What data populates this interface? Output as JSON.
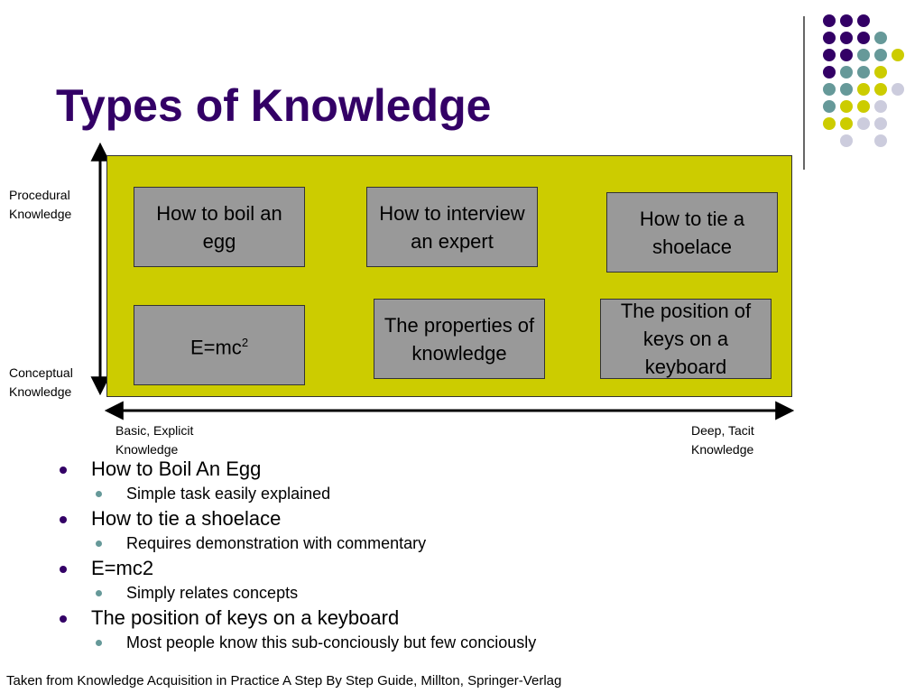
{
  "slide": {
    "title": "Types of Knowledge",
    "footer": "Taken from Knowledge Acquisition in Practice A Step By Step Guide, Millton, Springer-Verlag"
  },
  "diagram": {
    "axis_labels": {
      "top": "Procedural Knowledge",
      "bottom": "Conceptual Knowledge",
      "left": "Basic, Explicit Knowledge",
      "right": "Deep, Tacit Knowledge"
    },
    "boxes": {
      "boil_egg": "How to boil an egg",
      "interview": "How to interview an expert",
      "shoelace": "How to tie a shoelace",
      "emc_base": "E=mc",
      "emc_sup": "2",
      "properties": "The properties of knowledge",
      "keyboard": "The position of keys on a keyboard"
    },
    "colors": {
      "panel": "#cccc00",
      "box": "#999999",
      "title": "#330066"
    }
  },
  "bullets": [
    {
      "text": "How to Boil An Egg",
      "sub": "Simple task easily explained"
    },
    {
      "text": "How to tie a shoelace",
      "sub": "Requires demonstration with commentary"
    },
    {
      "text": "E=mc2",
      "sub": "Simply relates concepts"
    },
    {
      "text": "The position of keys on a keyboard",
      "sub": "Most people know this sub-conciously but few conciously"
    }
  ],
  "decoration": {
    "dot_colors": [
      "#330066",
      "#669999",
      "#cccc00",
      "#ccccdd"
    ]
  }
}
